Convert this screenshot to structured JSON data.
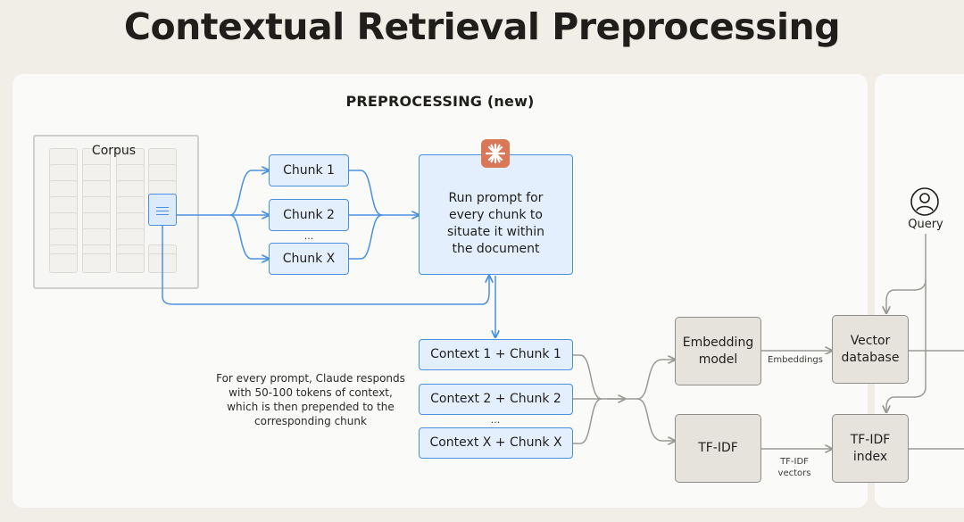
{
  "title": "Contextual Retrieval Preprocessing",
  "section": "PREPROCESSING (new)",
  "corpus": {
    "label": "Corpus"
  },
  "chunks": [
    "Chunk 1",
    "Chunk 2",
    "Chunk X"
  ],
  "chunks_ellipsis": "...",
  "prompt_box": "Run prompt for every chunk to situate it within the document",
  "contexts": [
    "Context 1 + Chunk 1",
    "Context 2 + Chunk 2",
    "Context X + Chunk X"
  ],
  "contexts_ellipsis": "...",
  "note": "For every prompt, Claude responds with 50-100 tokens of context, which is then prepended to the corresponding chunk",
  "embedding_model": "Embedding model",
  "tfidf": "TF-IDF",
  "embeddings_label": "Embeddings",
  "tfidf_vectors_label": "TF-IDF vectors",
  "vector_db": "Vector database",
  "tfidf_index": "TF-IDF index",
  "query": "Query",
  "icons": {
    "claude": "claude-sparkle-icon",
    "query": "user-icon",
    "document": "document-icon"
  },
  "colors": {
    "blue": "#4a90e2",
    "blue_fill": "#e3effd",
    "gray_fill": "#e6e3dd",
    "claude": "#d97757"
  }
}
